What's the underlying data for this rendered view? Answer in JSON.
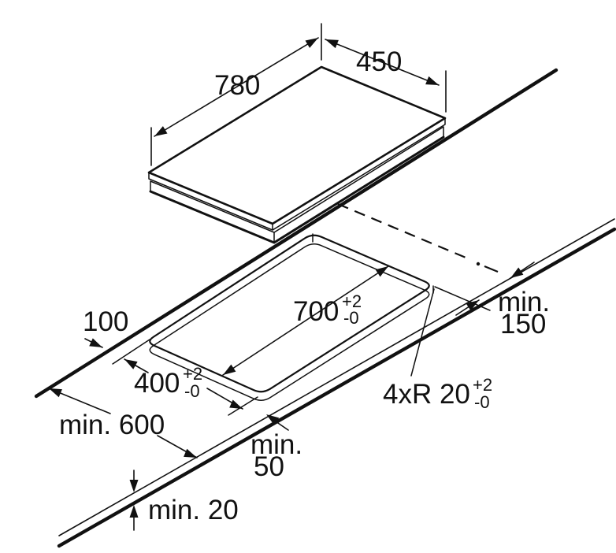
{
  "drawing": {
    "title": "hob-installation-dimension-diagram",
    "unit": "mm",
    "line_color": "#111111",
    "background_color": "#ffffff"
  },
  "dimensions": {
    "hob_length": {
      "value": "780"
    },
    "hob_width": {
      "value": "450"
    },
    "cutout_length": {
      "value": "700",
      "tol_plus": "+2",
      "tol_minus": "-0"
    },
    "cutout_width": {
      "value": "400",
      "tol_plus": "+2",
      "tol_minus": "-0"
    },
    "rear_clearance": {
      "value": "100"
    },
    "side_clearance": {
      "line1": "min.",
      "line2": "150"
    },
    "corner_radius": {
      "value": "4xR 20",
      "tol_plus": "+2",
      "tol_minus": "-0"
    },
    "worktop_depth": {
      "value": "min. 600"
    },
    "front_clearance": {
      "line1": "min.",
      "line2": "50"
    },
    "worktop_thickness": {
      "value": "min. 20"
    }
  }
}
